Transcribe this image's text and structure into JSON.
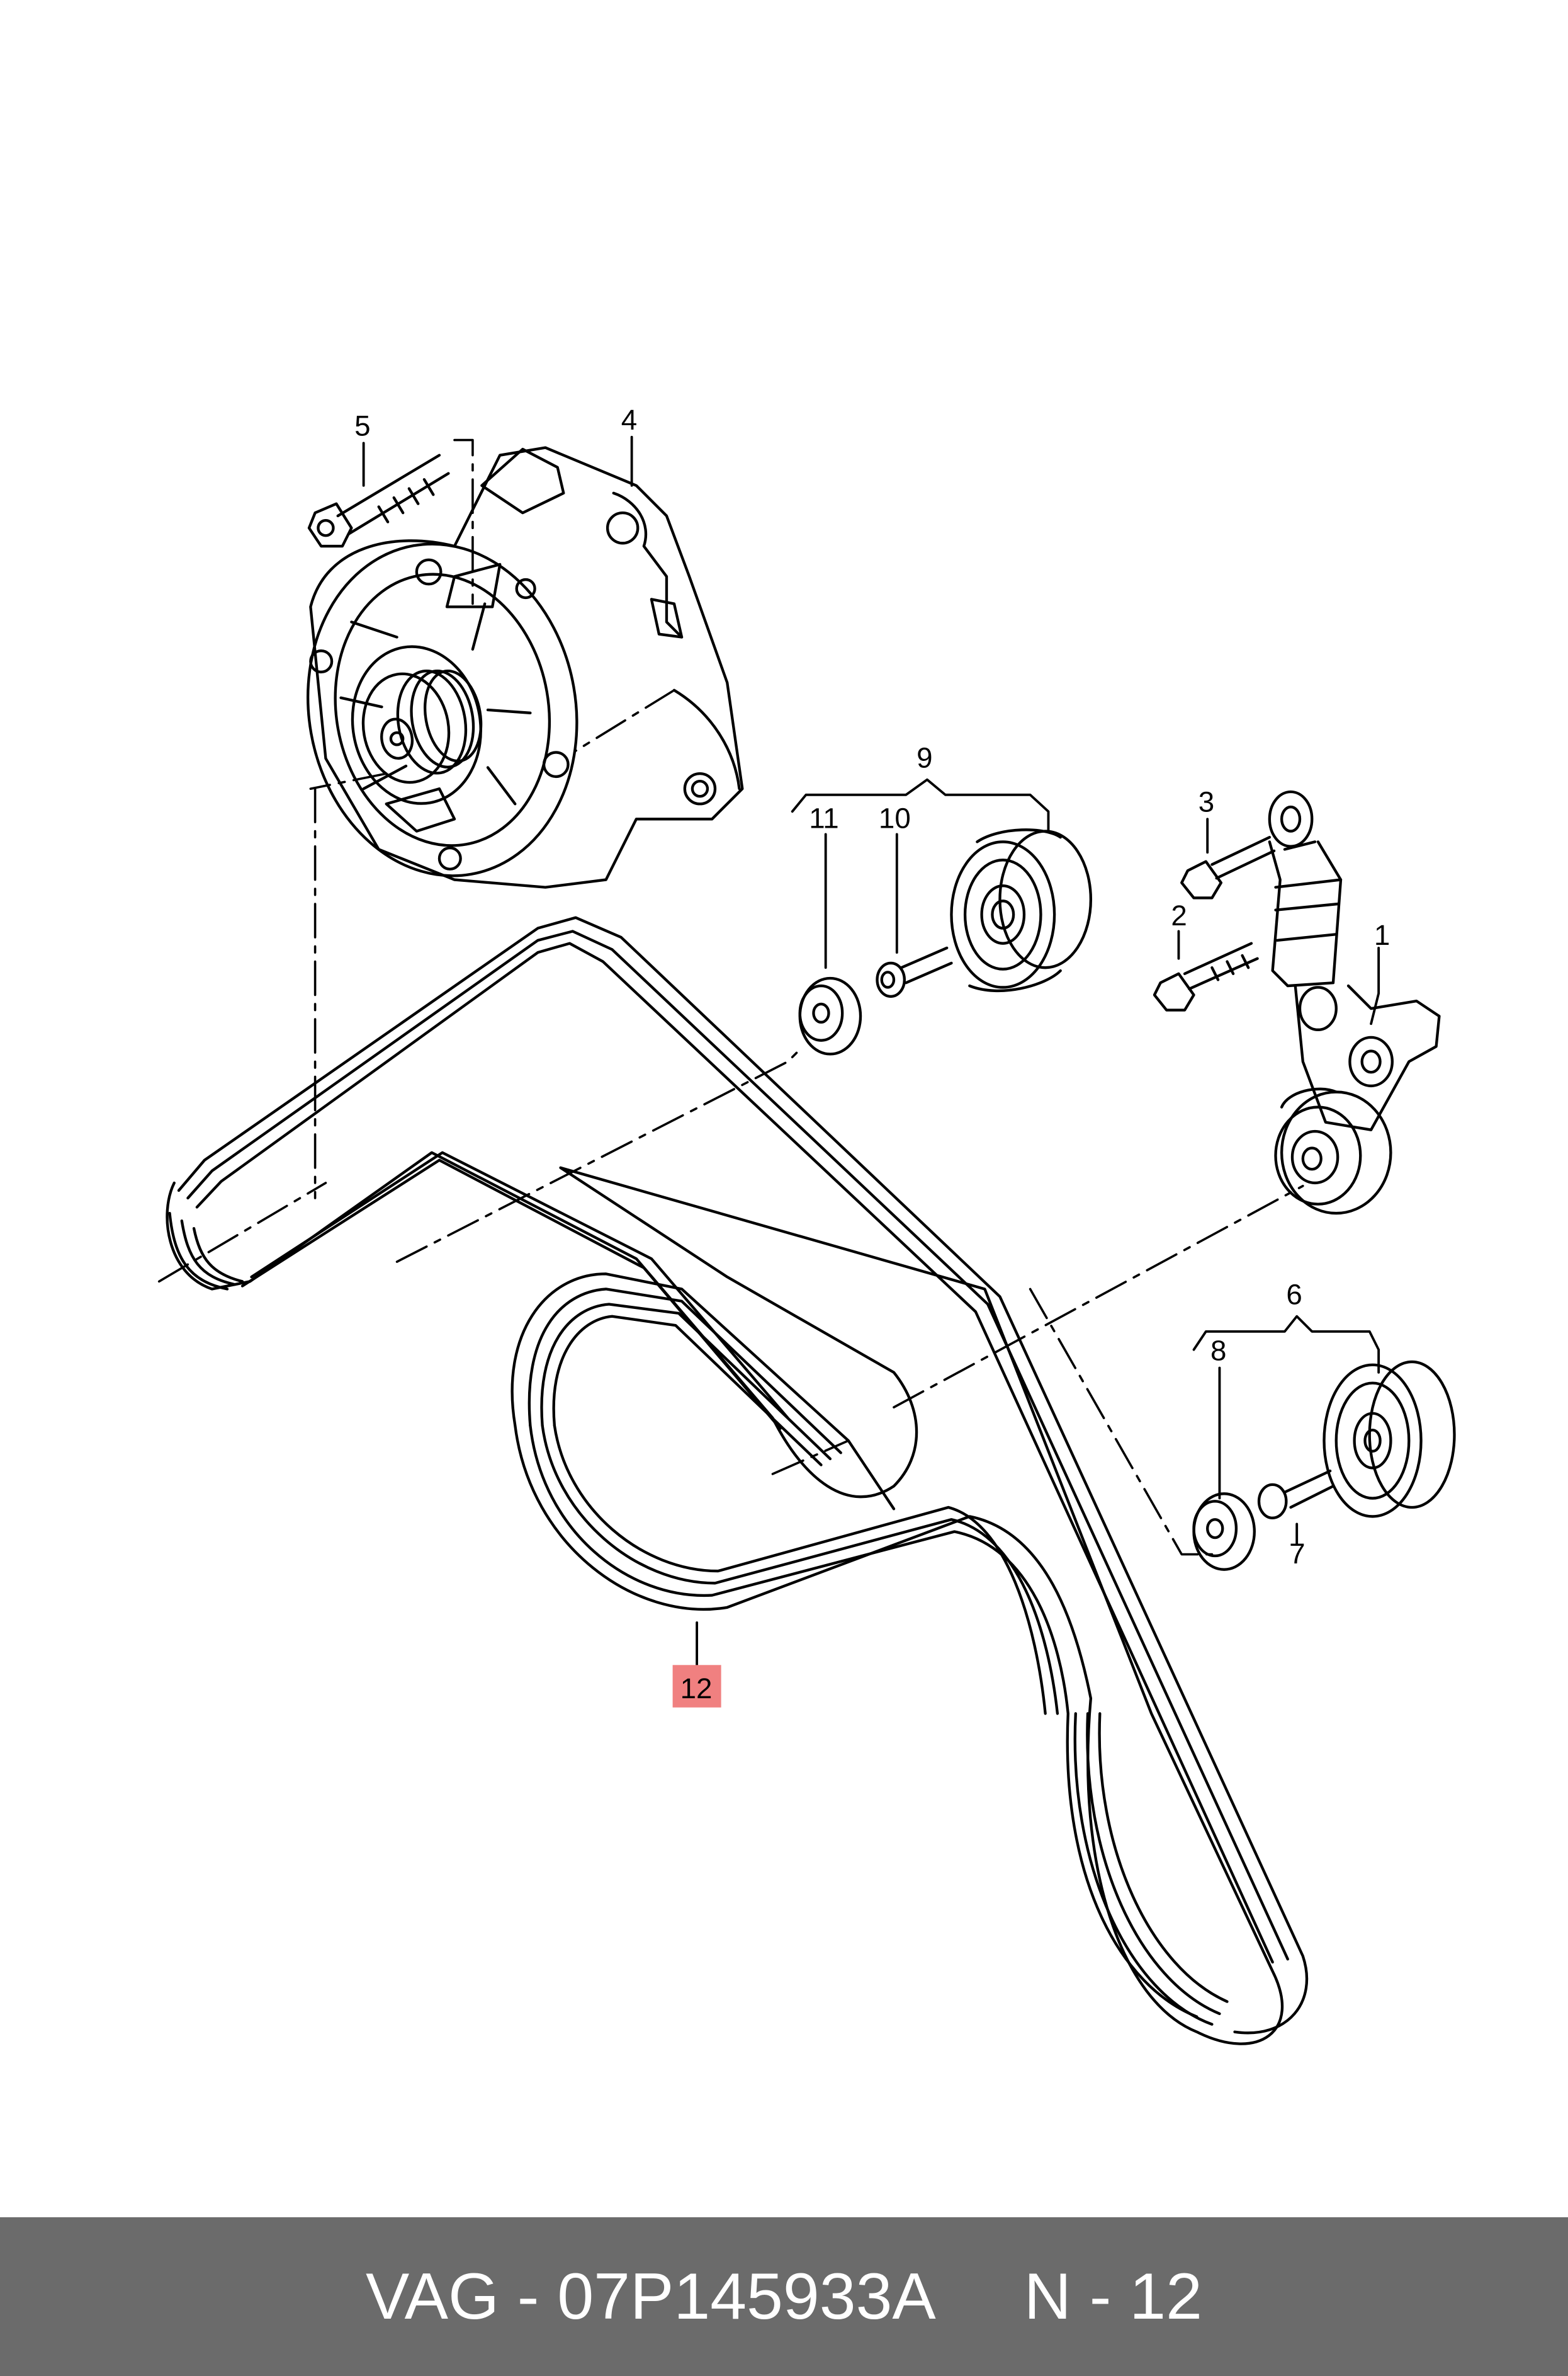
{
  "labels": {
    "p1": "1",
    "p2": "2",
    "p3": "3",
    "p4": "4",
    "p5": "5",
    "p6": "6",
    "p7": "7",
    "p8": "8",
    "p9": "9",
    "p10": "10",
    "p11": "11",
    "p12": "12"
  },
  "highlight_color": "#f08080",
  "footer": {
    "part_number": "VAG - 07P145933A",
    "position": "N - 12"
  }
}
